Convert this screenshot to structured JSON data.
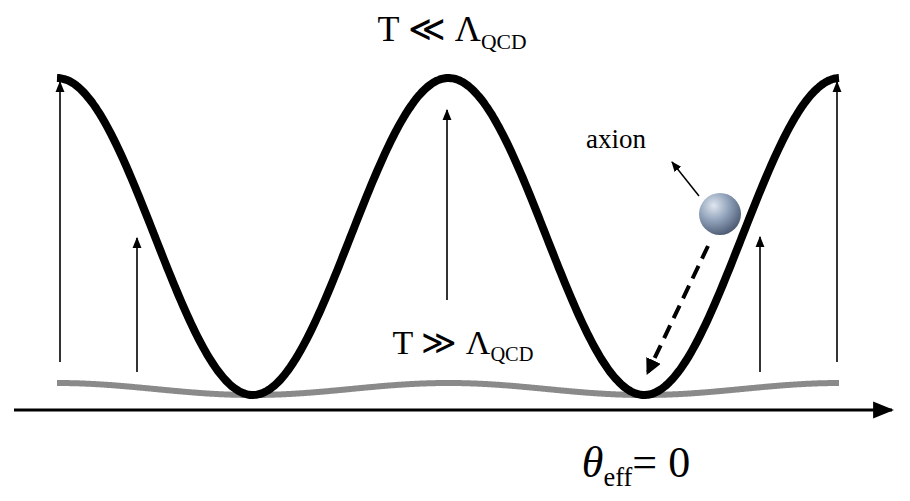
{
  "diagram": {
    "labels": [
      "T ≪ Λ",
      "QCD",
      "axion",
      "T ≫ Λ",
      "QCD",
      "θ",
      "eff",
      "= 0"
    ]
  }
}
